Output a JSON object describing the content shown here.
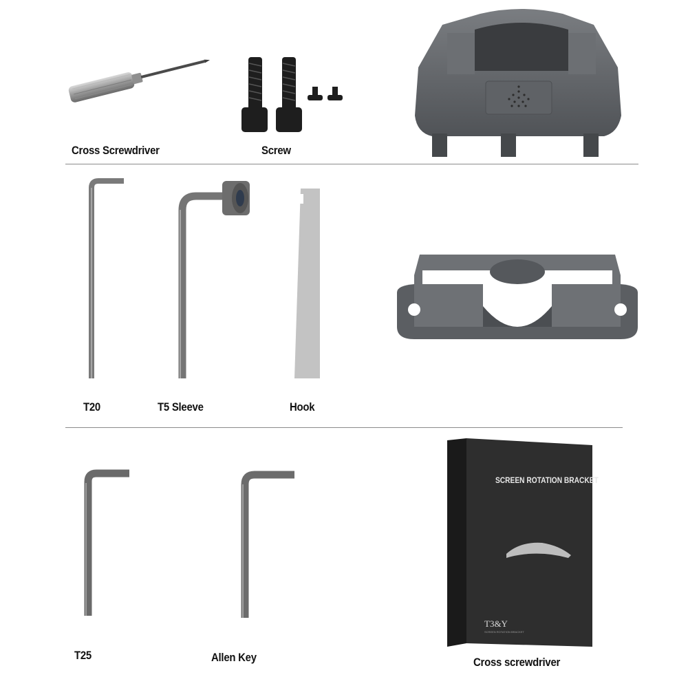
{
  "labels": {
    "cross_screwdriver": "Cross Screwdriver",
    "screw": "Screw",
    "t20": "T20",
    "t5_sleeve": "T5 Sleeve",
    "hook": "Hook",
    "t25": "T25",
    "allen_key": "Allen Key",
    "cross_screwdriver_box": "Cross screwdriver"
  },
  "box": {
    "title": "SCREEN ROTATION BRACKET",
    "logo_text": "T3&Y",
    "logo_subtitle": "SCREEN ROTATION BRACKET"
  },
  "colors": {
    "metal": "#6e6e6e",
    "plastic_dark": "#55585c",
    "box": "#2b2b2b"
  }
}
